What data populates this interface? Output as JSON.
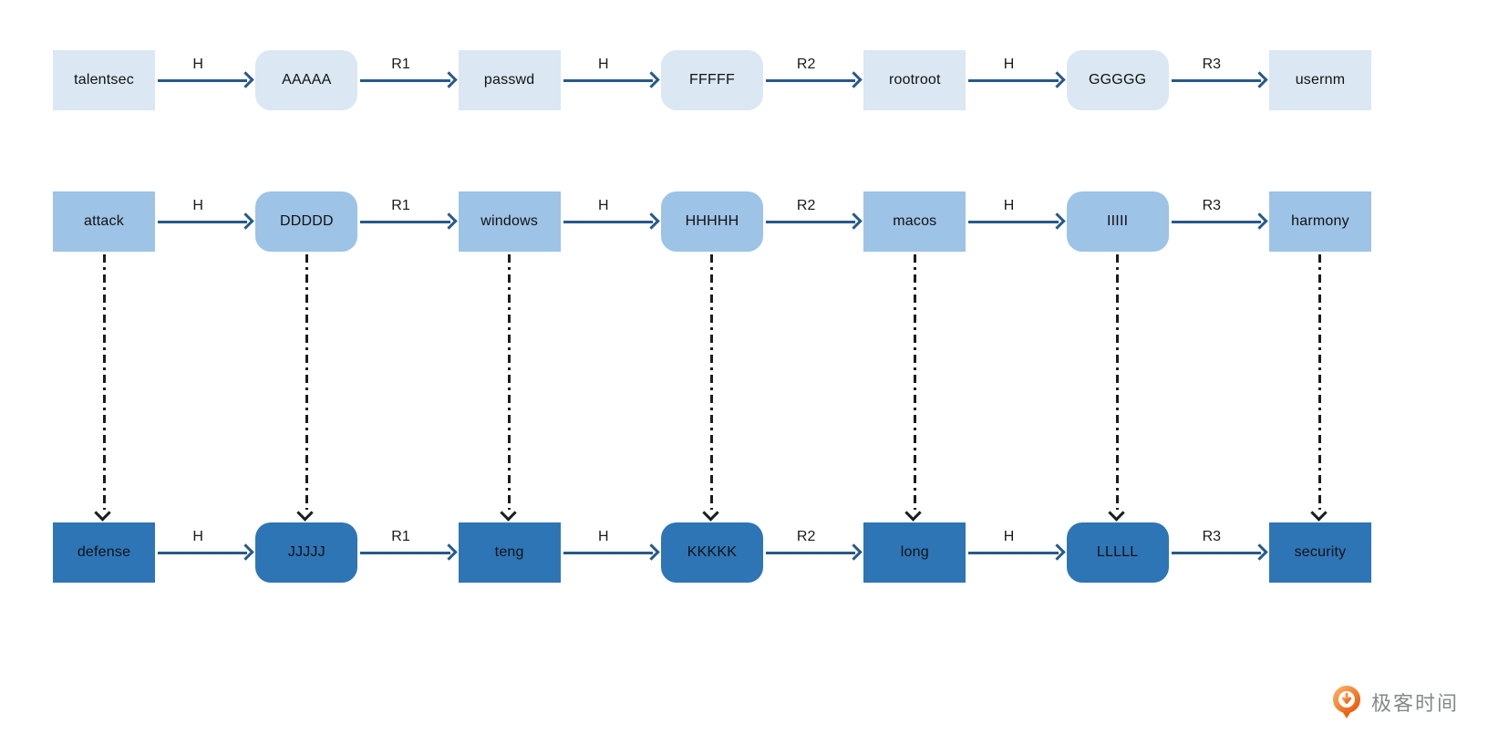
{
  "diagram": {
    "rows": [
      {
        "name": "chain-row-1",
        "tone": "light",
        "nodes": [
          {
            "label": "talentsec",
            "shape": "square"
          },
          {
            "label": "AAAAA",
            "shape": "rounded"
          },
          {
            "label": "passwd",
            "shape": "square"
          },
          {
            "label": "FFFFF",
            "shape": "rounded"
          },
          {
            "label": "rootroot",
            "shape": "square"
          },
          {
            "label": "GGGGG",
            "shape": "rounded"
          },
          {
            "label": "usernm",
            "shape": "square"
          }
        ],
        "arrows": [
          "H",
          "R1",
          "H",
          "R2",
          "H",
          "R3"
        ]
      },
      {
        "name": "chain-row-2",
        "tone": "medium",
        "nodes": [
          {
            "label": "attack",
            "shape": "square"
          },
          {
            "label": "DDDDD",
            "shape": "rounded"
          },
          {
            "label": "windows",
            "shape": "square"
          },
          {
            "label": "HHHHH",
            "shape": "rounded"
          },
          {
            "label": "macos",
            "shape": "square"
          },
          {
            "label": "IIIII",
            "shape": "rounded"
          },
          {
            "label": "harmony",
            "shape": "square"
          }
        ],
        "arrows": [
          "H",
          "R1",
          "H",
          "R2",
          "H",
          "R3"
        ]
      },
      {
        "name": "chain-row-3",
        "tone": "dark",
        "nodes": [
          {
            "label": "defense",
            "shape": "square"
          },
          {
            "label": "JJJJJ",
            "shape": "rounded"
          },
          {
            "label": "teng",
            "shape": "square"
          },
          {
            "label": "KKKKK",
            "shape": "rounded"
          },
          {
            "label": "long",
            "shape": "square"
          },
          {
            "label": "LLLLL",
            "shape": "rounded"
          },
          {
            "label": "security",
            "shape": "square"
          }
        ],
        "arrows": [
          "H",
          "R1",
          "H",
          "R2",
          "H",
          "R3"
        ]
      }
    ],
    "vertical_connectors": {
      "count": 7,
      "style": "dash-dot"
    }
  },
  "branding": {
    "logo_text": "极客时间"
  },
  "colors": {
    "row1_fill": "#dbe7f3",
    "row2_fill": "#9dc3e6",
    "row3_fill": "#2e75b6",
    "arrow_line": "#27598a",
    "connector_line": "#1c1c1c",
    "node_text": "#121212",
    "label_text": "#1a1a1a",
    "logo_orange_light": "#f9ae63",
    "logo_orange_dark": "#e85a0c",
    "logo_text": "#85878a"
  }
}
